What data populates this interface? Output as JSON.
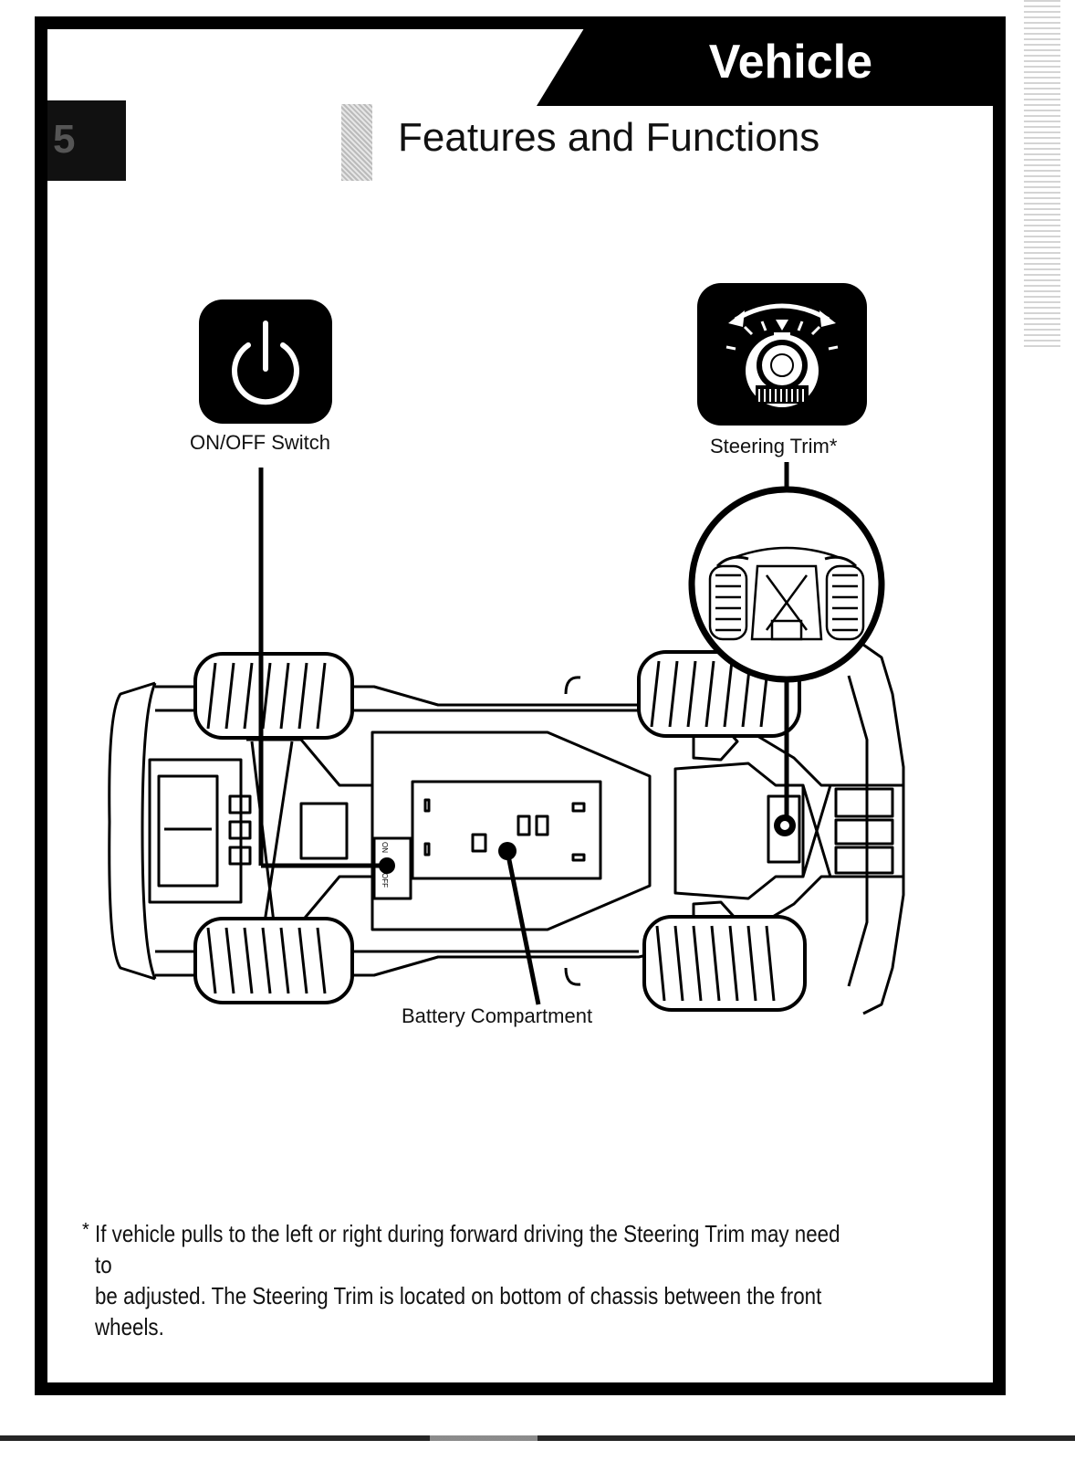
{
  "header": {
    "section_label": "Vehicle",
    "page_number": "5",
    "title": "Features and Functions"
  },
  "callouts": {
    "on_off": "ON/OFF Switch",
    "steering_trim": "Steering Trim*",
    "battery": "Battery Compartment"
  },
  "switch_labels": {
    "on": "ON",
    "off": "OFF"
  },
  "icons": {
    "power": "power-icon",
    "steering_dial": "steering-trim-dial-icon"
  },
  "footnote": {
    "mark": "*",
    "line1": "If vehicle pulls to the left or right during forward driving the Steering Trim may need to",
    "line2": "be adjusted. The Steering Trim is located on bottom of chassis between the front wheels."
  },
  "colors": {
    "ink": "#000000",
    "paper": "#ffffff"
  }
}
